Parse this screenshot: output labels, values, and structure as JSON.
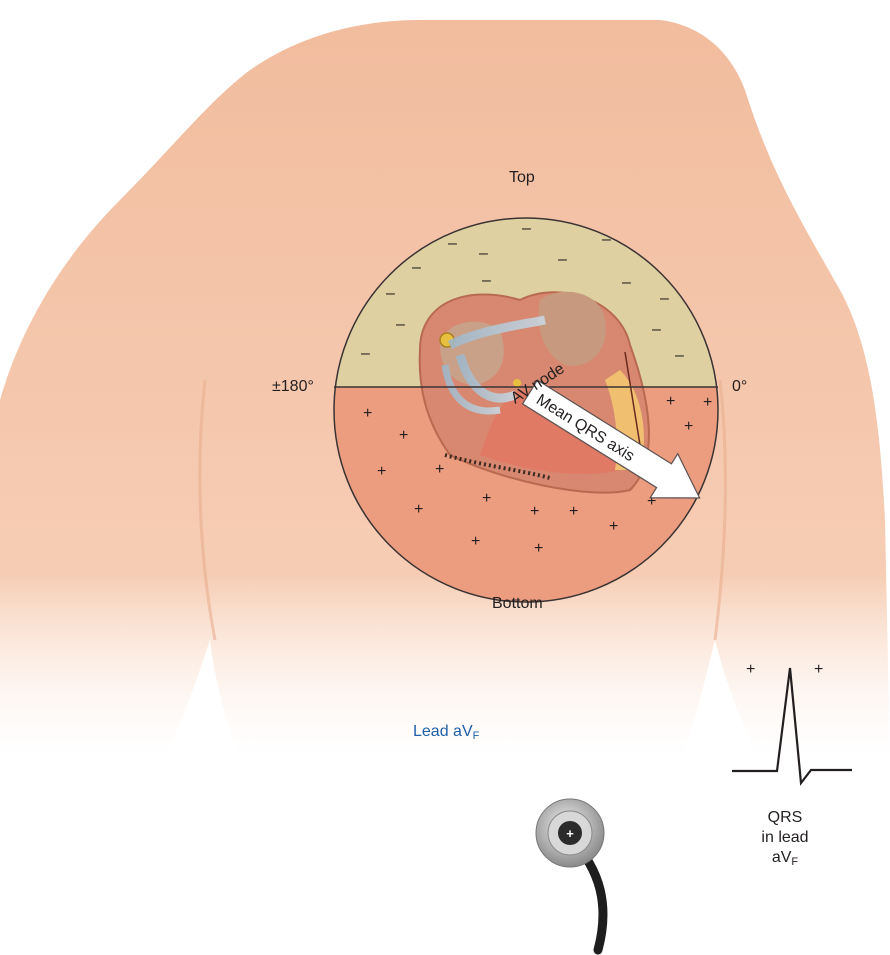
{
  "labels": {
    "top": "Top",
    "bottom": "Bottom",
    "left_angle": "±180°",
    "right_angle": "0°",
    "av_node": "AV node",
    "mean_qrs_axis": "Mean QRS axis",
    "lead_prefix": "Lead aV",
    "lead_subscript": "F",
    "qrs_line1": "QRS",
    "qrs_line2": "in lead",
    "qrs_line3_prefix": "aV",
    "qrs_line3_subscript": "F",
    "electrode_sign": "+"
  },
  "signs": {
    "negative_symbol": "–",
    "positive_symbol": "+",
    "negative_region": "Top",
    "positive_region": "Bottom"
  },
  "colors": {
    "skin": "#f4c2a5",
    "negative_half": "#ded0a0",
    "positive_half": "#ec9c7f",
    "arrow_fill": "#ffffff",
    "lead_text": "#1f5fa6",
    "ink": "#231f20"
  }
}
